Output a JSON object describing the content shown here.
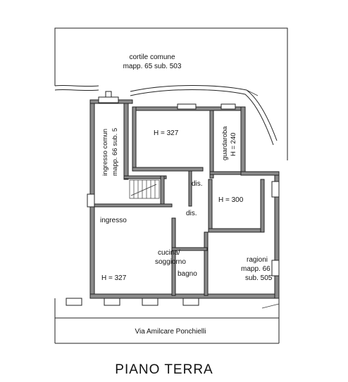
{
  "labels": {
    "courtyard_name": "cortile comune",
    "courtyard_ref": "mapp. 65 sub. 503",
    "common_entrance_name": "ingresso comun",
    "common_entrance_ref": "mapp. 66 sub. 5",
    "room_top_height": "H = 327",
    "wardrobe_name": "guardaroba",
    "wardrobe_height": "H = 240",
    "dis_upper": "dis.",
    "dis_lower": "dis.",
    "room_right_height": "H = 300",
    "entrance": "ingresso",
    "kitchen_line1": "cucina/",
    "kitchen_line2": "soggiorno",
    "kitchen_height": "H = 327",
    "bathroom": "bagno",
    "ragioni_name": "ragioni",
    "ragioni_ref1": "mapp. 66",
    "ragioni_ref2": "sub. 505",
    "street": "Via Amilcare Ponchielli",
    "floor_title": "PIANO TERRA"
  }
}
